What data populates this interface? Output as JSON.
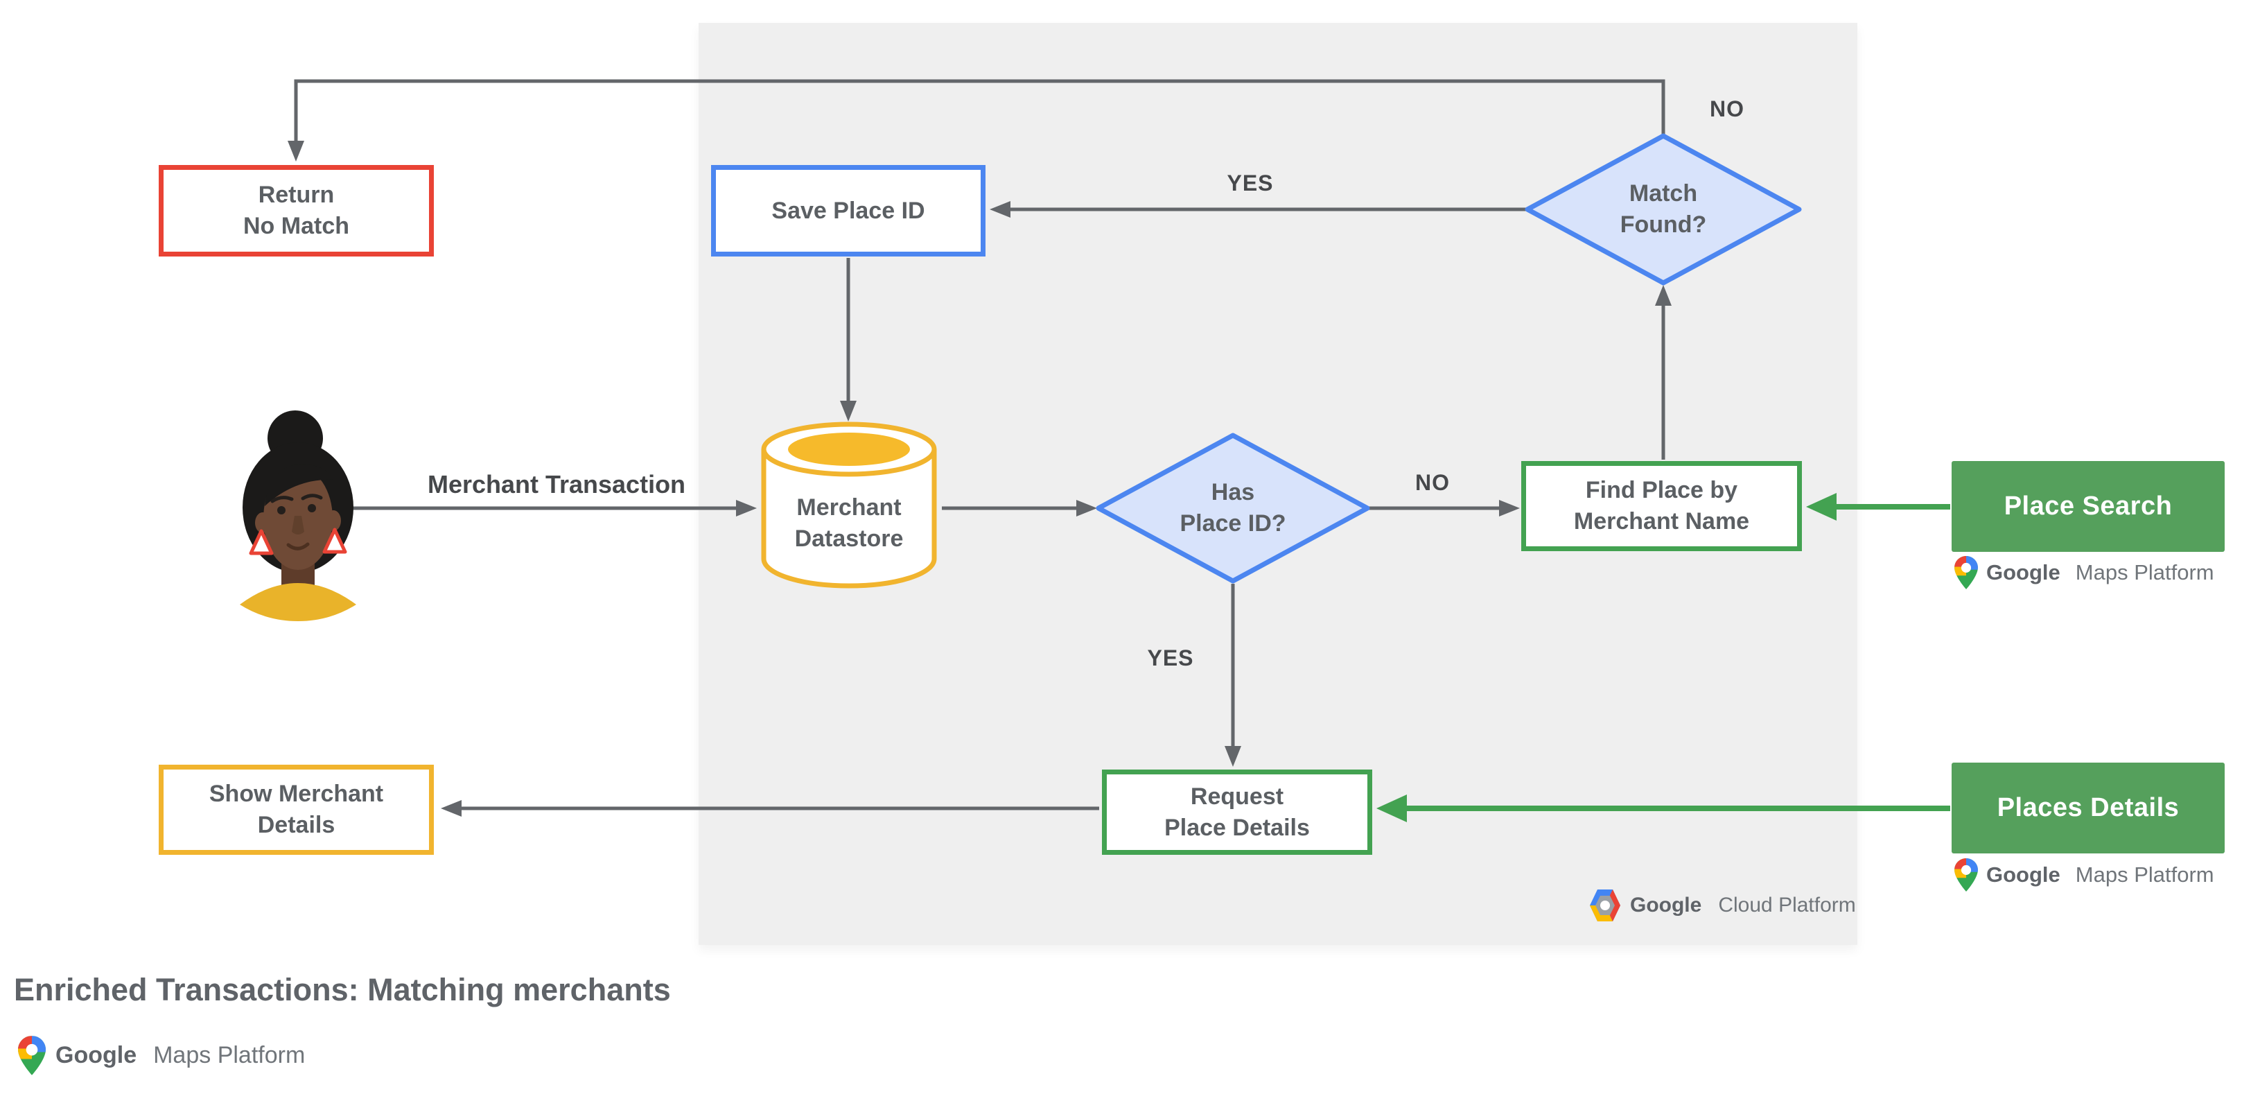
{
  "diagram": {
    "title": "Enriched Transactions: Matching merchants",
    "nodes": {
      "return_no_match": {
        "label": "Return\nNo Match"
      },
      "save_place_id": {
        "label": "Save Place ID"
      },
      "match_found": {
        "label": "Match\nFound?"
      },
      "merchant_datastore": {
        "label": "Merchant\nDatastore"
      },
      "has_place_id": {
        "label": "Has\nPlace ID?"
      },
      "find_place_by_merchant_name": {
        "label": "Find Place by\nMerchant Name"
      },
      "request_place_details": {
        "label": "Request\nPlace Details"
      },
      "show_merchant_details": {
        "label": "Show Merchant\nDetails"
      },
      "place_search": {
        "label": "Place Search"
      },
      "places_details": {
        "label": "Places Details"
      }
    },
    "edge_labels": {
      "merchant_transaction": "Merchant Transaction",
      "match_found_no": "NO",
      "match_found_yes": "YES",
      "has_place_id_no": "NO",
      "has_place_id_yes": "YES"
    },
    "logos": {
      "maps_platform": {
        "brand": "Google",
        "product": "Maps Platform"
      },
      "cloud_platform": {
        "brand": "Google",
        "product": "Cloud Platform"
      }
    },
    "colors": {
      "red": "#E94335",
      "blue": "#4C86F0",
      "blue_fill": "#D8E3FB",
      "yellow": "#F1B42E",
      "yellow_fill": "#F6BA2B",
      "green": "#43A251",
      "green_box": "#55A05C",
      "line": "#63666A",
      "panel": "#EFEFEF",
      "text": "#5B5F63",
      "label": "#46484B"
    }
  }
}
